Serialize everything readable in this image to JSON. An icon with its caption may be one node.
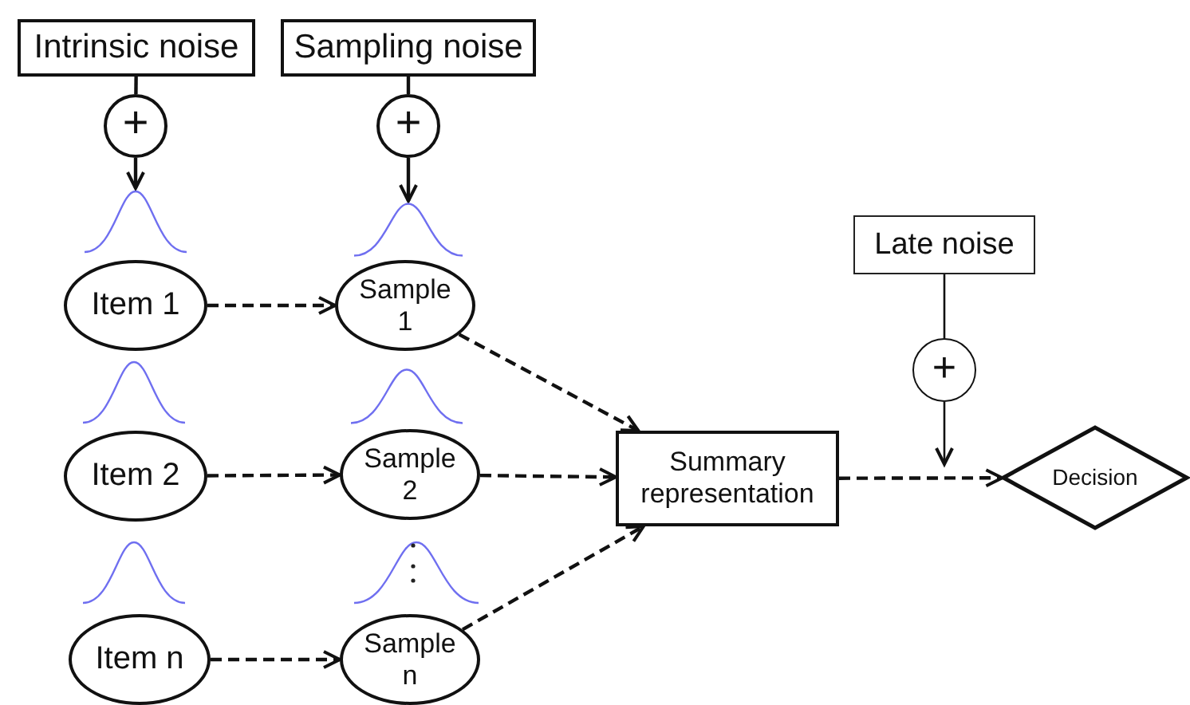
{
  "diagram": {
    "nodes": [
      {
        "text": [
          "Intrinsic noise"
        ]
      },
      {
        "text": [
          "+"
        ]
      },
      {
        "text": [
          "Sampling noise"
        ]
      },
      {
        "text": [
          "+"
        ]
      },
      {
        "text": [
          "Item 1"
        ]
      },
      {
        "text": [
          "Item 2"
        ]
      },
      {
        "text": [
          "Item n"
        ]
      },
      {
        "text": [
          "Sample 1"
        ]
      },
      {
        "text": [
          "Sample 2"
        ]
      },
      {
        "text": [
          "Sample n"
        ]
      },
      {
        "text": [
          "Summary representation"
        ]
      },
      {
        "text": [
          "Late noise"
        ]
      },
      {
        "text": [
          "+"
        ]
      },
      {
        "text": [
          "Decision"
        ]
      },
      {
        "text": [],
        "shape": "curve"
      },
      {
        "text": [],
        "shape": "curve"
      }
    ],
    "edges": [
      {
        "from": 0,
        "to": 1,
        "arrow": "none"
      },
      {
        "from": 1,
        "to": 14,
        "arrow": "to"
      },
      {
        "from": 2,
        "to": 3,
        "arrow": "none"
      },
      {
        "from": 3,
        "to": 15,
        "arrow": "to"
      },
      {
        "from": 4,
        "to": 7,
        "arrow": "to",
        "style": "dashed"
      },
      {
        "from": 5,
        "to": 8,
        "arrow": "to",
        "style": "dashed"
      },
      {
        "from": 6,
        "to": 9,
        "arrow": "to",
        "style": "dashed"
      },
      {
        "from": 7,
        "to": 10,
        "arrow": "to",
        "style": "dashed"
      },
      {
        "from": 8,
        "to": 10,
        "arrow": "to",
        "style": "dashed"
      },
      {
        "from": 9,
        "to": 10,
        "arrow": "to",
        "style": "dashed"
      },
      {
        "from": 10,
        "to": 13,
        "arrow": "to",
        "style": "dashed"
      },
      {
        "from": 11,
        "to": 12,
        "arrow": "none"
      },
      {
        "from": 12,
        "to": null,
        "arrow": "to"
      }
    ]
  }
}
